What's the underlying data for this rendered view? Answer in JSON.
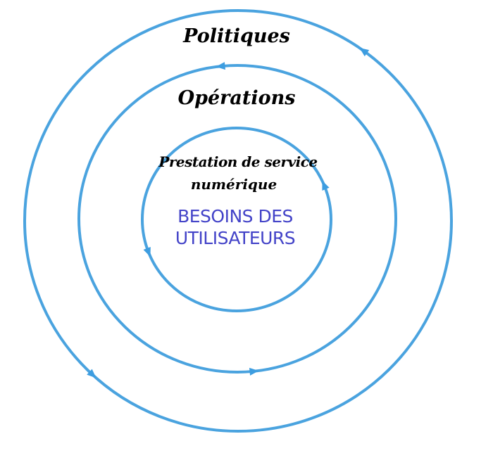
{
  "diagram": {
    "rings": [
      {
        "label": "Politiques"
      },
      {
        "label": "Opérations"
      },
      {
        "label_line1": "Prestation de service",
        "label_line2": "numérique"
      }
    ],
    "center": {
      "line1": "BESOINS DES",
      "line2": "UTILISATEURS"
    },
    "colors": {
      "ring": "#4aa3df",
      "center_text": "#4343c8"
    },
    "arrow_direction": "counterclockwise"
  }
}
